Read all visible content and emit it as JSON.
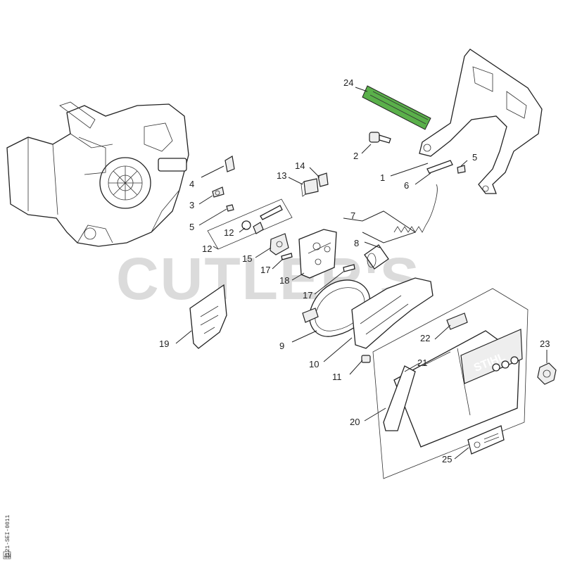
{
  "watermark": "CUTLER'S",
  "brand_mark": "STIHL",
  "doc_id": "1121-SEI-0011",
  "doc_tag": "AN",
  "highlight_color": "#5ab04a",
  "callouts": [
    {
      "id": "1",
      "label": "1"
    },
    {
      "id": "2",
      "label": "2"
    },
    {
      "id": "3",
      "label": "3"
    },
    {
      "id": "4",
      "label": "4"
    },
    {
      "id": "5a",
      "label": "5"
    },
    {
      "id": "5b",
      "label": "5"
    },
    {
      "id": "6",
      "label": "6"
    },
    {
      "id": "7",
      "label": "7"
    },
    {
      "id": "8",
      "label": "8"
    },
    {
      "id": "9",
      "label": "9"
    },
    {
      "id": "10",
      "label": "10"
    },
    {
      "id": "11",
      "label": "11"
    },
    {
      "id": "12",
      "label": "12"
    },
    {
      "id": "13",
      "label": "13"
    },
    {
      "id": "14",
      "label": "14"
    },
    {
      "id": "15",
      "label": "15"
    },
    {
      "id": "16",
      "label": "16"
    },
    {
      "id": "17a",
      "label": "17"
    },
    {
      "id": "17b",
      "label": "17"
    },
    {
      "id": "18",
      "label": "18"
    },
    {
      "id": "19",
      "label": "19"
    },
    {
      "id": "20",
      "label": "20"
    },
    {
      "id": "21",
      "label": "21"
    },
    {
      "id": "22",
      "label": "22"
    },
    {
      "id": "23",
      "label": "23"
    },
    {
      "id": "24",
      "label": "24"
    },
    {
      "id": "25",
      "label": "25"
    }
  ]
}
